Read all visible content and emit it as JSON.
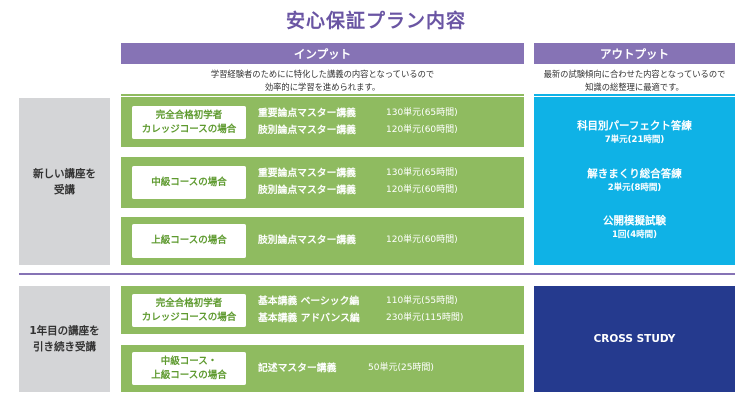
{
  "title": "安心保証プラン内容",
  "columns": {
    "input": {
      "header": "インプット",
      "description": [
        "学習経験者のためにに特化した講義の内容となっているので",
        "効率的に学習を進められます。"
      ],
      "rule_color": "#8fbb60"
    },
    "output": {
      "header": "アウトプット",
      "description": [
        "最新の試験傾向に合わせた内容となっているので",
        "知識の総整理に最適です。"
      ],
      "rule_color": "#0fb2e6"
    }
  },
  "sections": [
    {
      "label": [
        "新しい講座を",
        "受講"
      ],
      "input_rows": [
        {
          "course": [
            "完全合格初学者",
            "カレッジコースの場合"
          ],
          "lectures": [
            {
              "name": "重要論点マスター講義",
              "units": "130単元(65時間)"
            },
            {
              "name": "肢別論点マスター講義",
              "units": "120単元(60時間)"
            }
          ]
        },
        {
          "course": [
            "中級コースの場合"
          ],
          "lectures": [
            {
              "name": "重要論点マスター講義",
              "units": "130単元(65時間)"
            },
            {
              "name": "肢別論点マスター講義",
              "units": "120単元(60時間)"
            }
          ]
        },
        {
          "course": [
            "上級コースの場合"
          ],
          "lectures": [
            {
              "name": "肢別論点マスター講義",
              "units": "120単元(60時間)"
            }
          ]
        }
      ],
      "output_items": [
        {
          "name": "科目別パーフェクト答練",
          "detail": "7単元(21時間)"
        },
        {
          "name": "解きまくり総合答練",
          "detail": "2単元(8時間)"
        },
        {
          "name": "公開模擬試験",
          "detail": "1回(4時間)"
        }
      ]
    },
    {
      "label": [
        "1年目の講座を",
        "引き続き受講"
      ],
      "input_rows": [
        {
          "course": [
            "完全合格初学者",
            "カレッジコースの場合"
          ],
          "lectures": [
            {
              "name": "基本講義 ベーシック編",
              "units": "110単元(55時間)"
            },
            {
              "name": "基本講義 アドバンス編",
              "units": "230単元(115時間)"
            }
          ]
        },
        {
          "course": [
            "中級コース・",
            "上級コースの場合"
          ],
          "lectures": [
            {
              "name": "記述マスター講義",
              "units": "50単元(25時間)"
            }
          ]
        }
      ],
      "output_label": "CROSS STUDY"
    }
  ],
  "colors": {
    "purple": "#8673b5",
    "title": "#6a55a3",
    "green": "#8fbb60",
    "blue": "#0fb2e6",
    "navy": "#253a8e",
    "grey": "#d4d5d7"
  }
}
